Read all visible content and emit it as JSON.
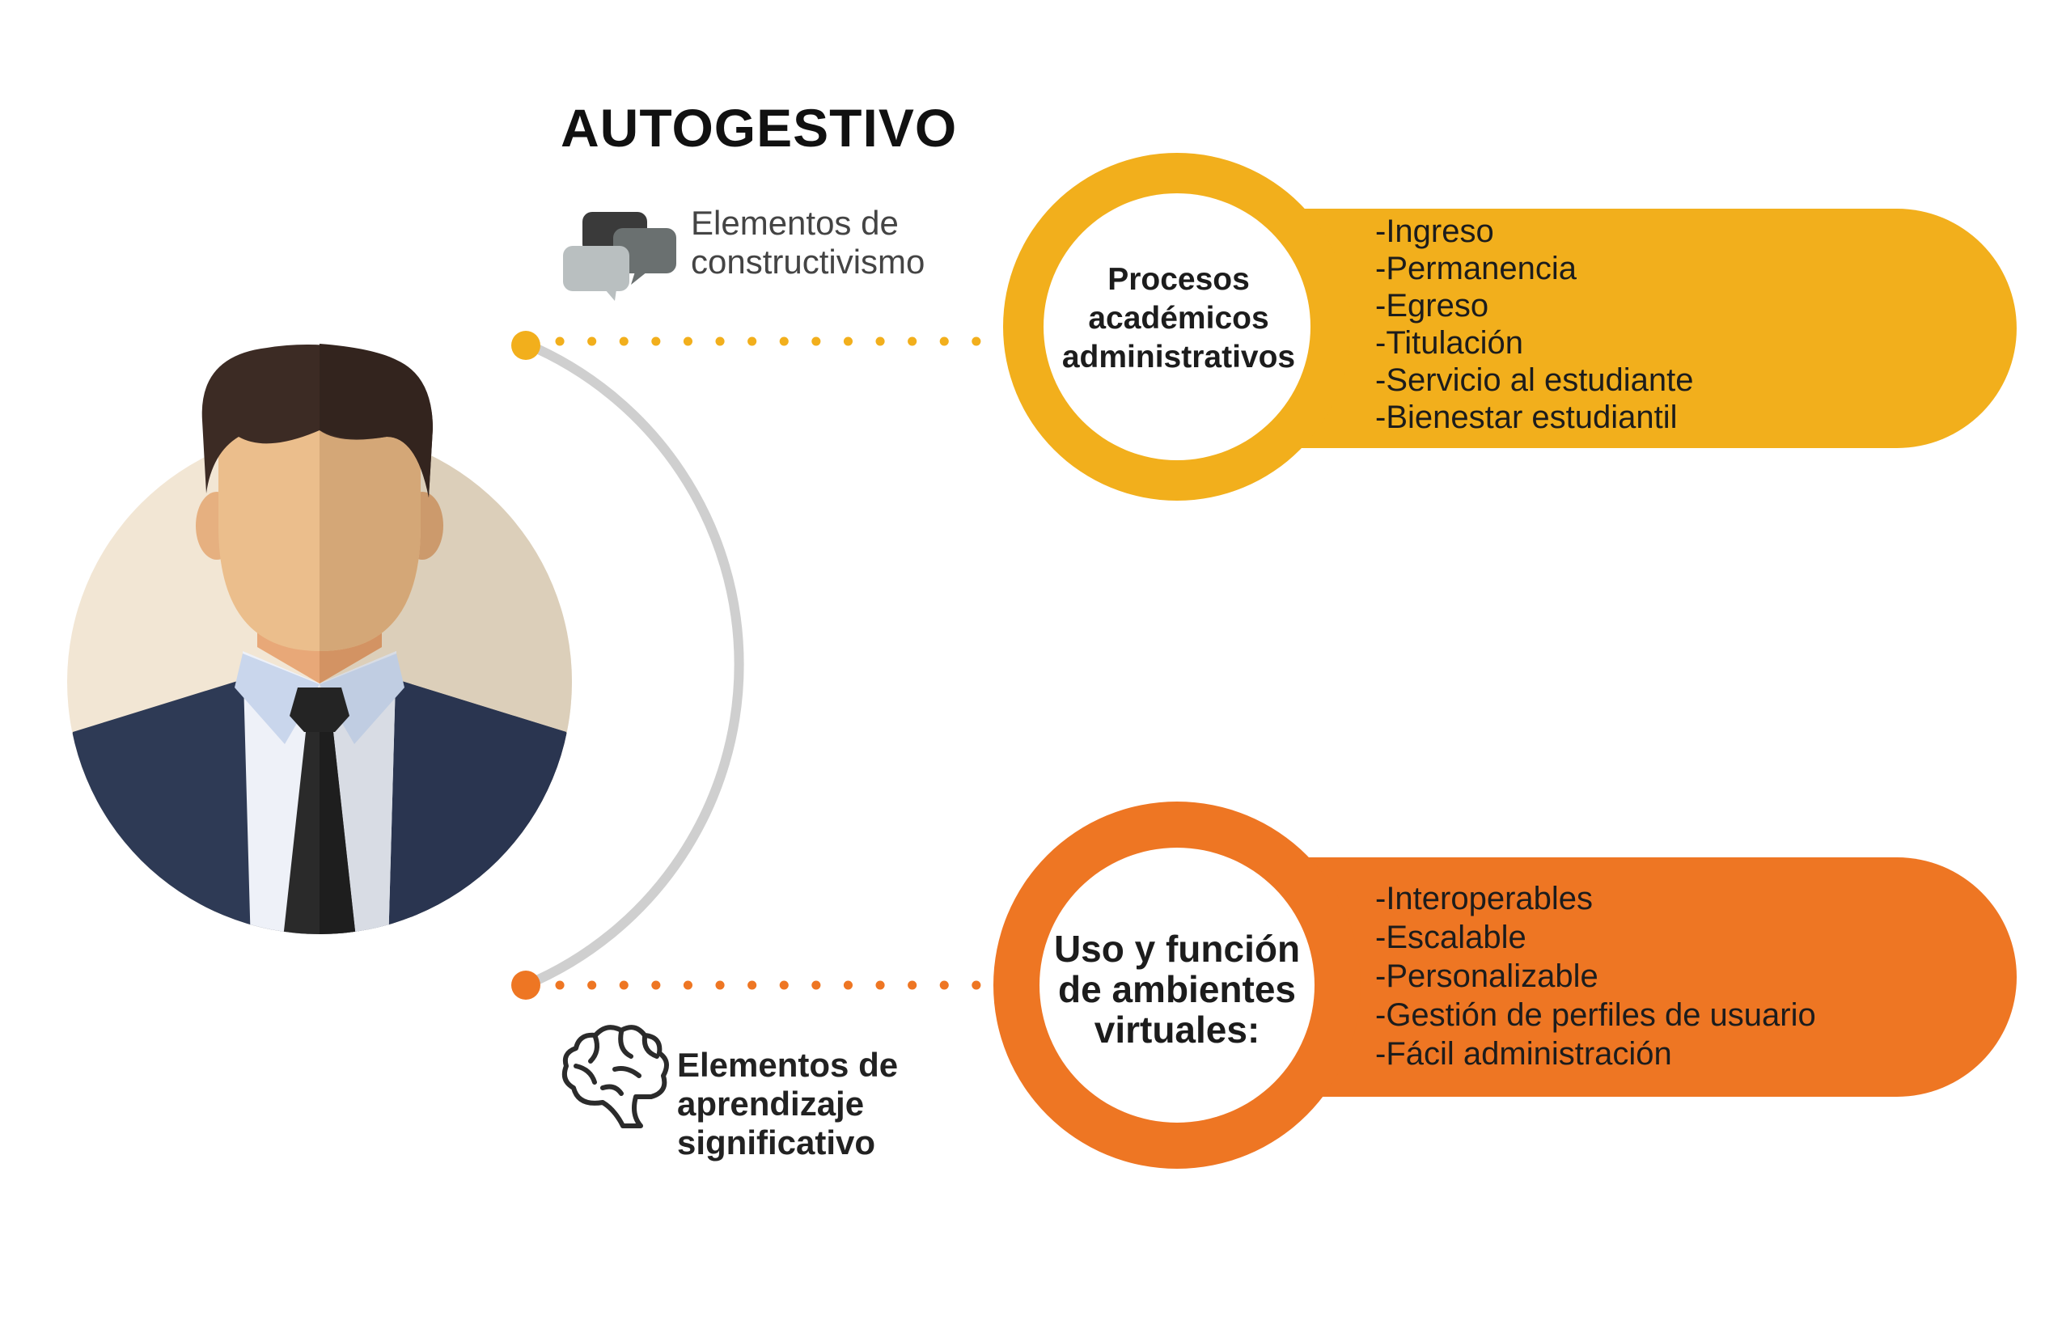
{
  "title": "AUTOGESTIVO",
  "constructivism": {
    "line1": "Elementos de",
    "line2": "constructivismo",
    "icon": "chat-bubbles-icon"
  },
  "meaningful_learning": {
    "line1": "Elementos de",
    "line2": "aprendizaje",
    "line3": "significativo",
    "icon": "brain-icon"
  },
  "processes": {
    "color": "#F2AF1C",
    "label_line1": "Procesos",
    "label_line2": "académicos",
    "label_line3": "administrativos",
    "items": [
      "-Ingreso",
      "-Permanencia",
      "-Egreso",
      "-Titulación",
      "-Servicio al estudiante",
      "-Bienestar estudiantil"
    ]
  },
  "virtual_environments": {
    "color": "#EE7623",
    "label_line1": "Uso y función",
    "label_line2": "de ambientes",
    "label_line3": "virtuales:",
    "items": [
      "-Interoperables",
      "-Escalable",
      "-Personalizable",
      "-Gestión de perfiles de usuario",
      "-Fácil administración"
    ]
  },
  "person_icon": "businessman-avatar-icon"
}
